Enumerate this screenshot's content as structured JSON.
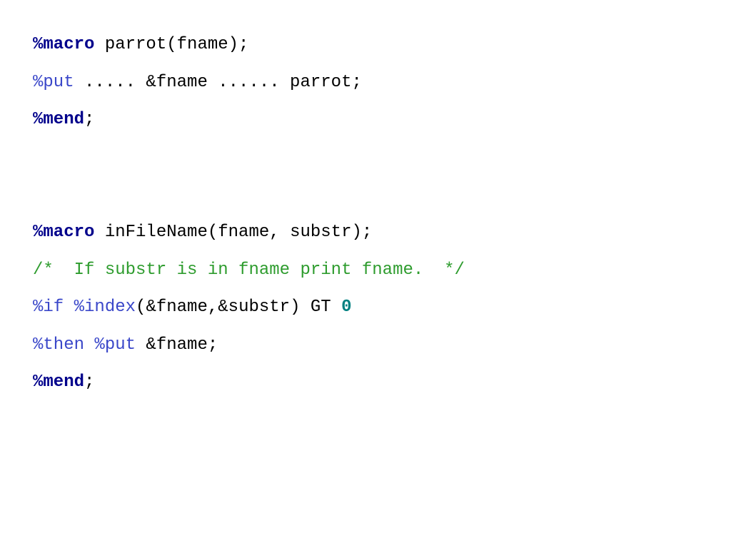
{
  "colors": {
    "keyword_bold": "#00008b",
    "macro_function": "#3a47c9",
    "comment": "#2e9c2e",
    "number": "#008080",
    "text": "#000000",
    "background": "#ffffff"
  },
  "block1": {
    "line1": {
      "kw": "%macro",
      "text": " parrot(fname);"
    },
    "line2": {
      "kw": "%put",
      "text": " ..... &fname ...... parrot;"
    },
    "line3": {
      "kw": "%mend",
      "text": ";"
    }
  },
  "block2": {
    "line1": {
      "kw": "%macro",
      "text": " inFileName(fname, substr);"
    },
    "line2": {
      "comment": "/*  If substr is in fname print fname.  */"
    },
    "line3": {
      "kw1": "%if",
      "sp": " ",
      "kw2": "%index",
      "text": "(&fname,&substr) GT ",
      "num": "0"
    },
    "line4": {
      "kw1": "%then",
      "sp": " ",
      "kw2": "%put",
      "text": " &fname;"
    },
    "line5": {
      "kw": "%mend",
      "text": ";"
    }
  }
}
